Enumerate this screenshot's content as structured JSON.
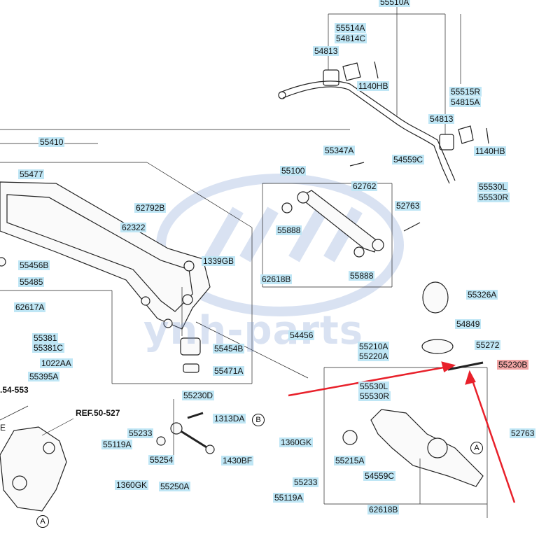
{
  "watermark": "ynh-parts",
  "reference_labels": {
    "ref_left": ".54-553",
    "ref_main": "REF.50-527",
    "partial_e": "E"
  },
  "callouts": {
    "A": "A",
    "B": "B"
  },
  "parts": {
    "p55510A": "55510A",
    "p55514A": "55514A",
    "p54814C": "54814C",
    "p54813a": "54813",
    "p1140HBa": "1140HB",
    "p55515R": "55515R",
    "p54815A": "54815A",
    "p54813b": "54813",
    "p1140HBb": "1140HB",
    "p55410": "55410",
    "p55477": "55477",
    "p55347A": "55347A",
    "p55100": "55100",
    "p62762": "62762",
    "p54559Ca": "54559C",
    "p55530La": "55530L",
    "p55530Ra": "55530R",
    "p62792B": "62792B",
    "p62322": "62322",
    "p1339GB": "1339GB",
    "p55888a": "55888",
    "p52763a": "52763",
    "p55456B": "55456B",
    "p55485": "55485",
    "p62618Ba": "62618B",
    "p55888b": "55888",
    "p55326A": "55326A",
    "p62617A": "62617A",
    "p54849": "54849",
    "p54456": "54456",
    "p55381": "55381",
    "p55381C": "55381C",
    "p55454B": "55454B",
    "p55272": "55272",
    "p55210A": "55210A",
    "p55220A": "55220A",
    "p55230B": "55230B",
    "p1022AA": "1022AA",
    "p55395A": "55395A",
    "p55471A": "55471A",
    "p55530Lb": "55530L",
    "p55530Rb": "55530R",
    "p55230D": "55230D",
    "p1313DA": "1313DA",
    "p55233a": "55233",
    "p55119Aa": "55119A",
    "p52763b": "52763",
    "p1360GKa": "1360GK",
    "p1430BF": "1430BF",
    "p55254": "55254",
    "p55215A": "55215A",
    "p1360GKb": "1360GK",
    "p55250A": "55250A",
    "p55233b": "55233",
    "p54559Cb": "54559C",
    "p55119Ab": "55119A",
    "p62618Bb": "62618B"
  },
  "colors": {
    "label_bg": "#bfe6f5",
    "highlight_bg": "#f2a5a5",
    "arrow": "#e8202a",
    "line": "#222222",
    "watermark": "#7896d2"
  }
}
